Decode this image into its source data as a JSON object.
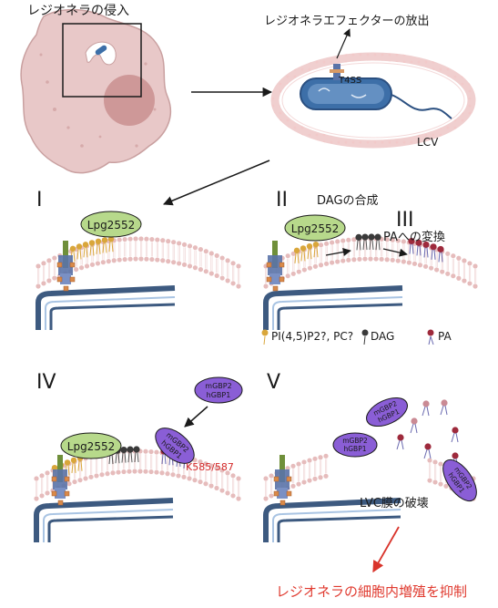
{
  "labels": {
    "legionella_entry": "レジオネラの侵入",
    "effector_release": "レジオネラエフェクターの放出",
    "t4ss": "T4SS",
    "lcv": "LCV",
    "stage_1": "I",
    "stage_2": "II",
    "stage_3": "III",
    "stage_4": "IV",
    "stage_5": "V",
    "lpg2552": "Lpg2552",
    "dag_synthesis": "DAGの合成",
    "pa_conversion": "PAへの変換",
    "gbp_line1": "mGBP2",
    "gbp_line2": "hGBP1",
    "k585": "K585/587",
    "lcv_rupture": "LVC膜の破壊",
    "conclusion": "レジオネラの細胞内増殖を抑制"
  },
  "legend": [
    {
      "symbol": "pi45p2",
      "label": "PI(4,5)P2?, PC?",
      "color": "#d9a63a"
    },
    {
      "symbol": "dag",
      "label": "DAG",
      "color": "#3a3a3a"
    },
    {
      "symbol": "pa",
      "label": "PA",
      "color": "#9e2a3c"
    }
  ],
  "colors": {
    "macrophage": "#e8c8c8",
    "macrophage_edge": "#c9a0a0",
    "nucleus": "#c98f8f",
    "lpg_fill": "#b7d98b",
    "gbp_fill": "#8a5ed6",
    "membrane": "#e6bcbc",
    "bacterium": "#3d6fa8",
    "conclusion": "#e03a2f",
    "residue": "#d32a2a"
  }
}
